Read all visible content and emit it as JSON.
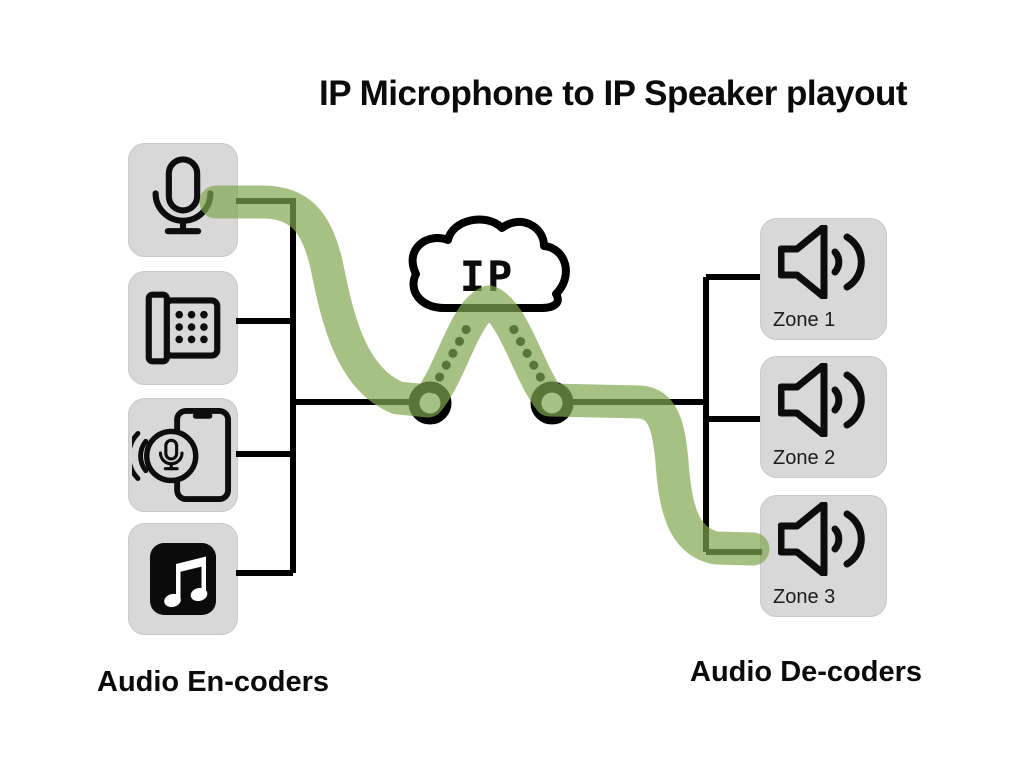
{
  "title": "IP Microphone to IP Speaker playout",
  "cloud": {
    "label": "IP"
  },
  "encoders": {
    "caption": "Audio En-coders",
    "items": [
      {
        "icon": "microphone-icon"
      },
      {
        "icon": "desk-phone-icon"
      },
      {
        "icon": "smartphone-mic-icon"
      },
      {
        "icon": "music-note-icon"
      }
    ]
  },
  "decoders": {
    "caption": "Audio De-coders",
    "zones": [
      {
        "label": "Zone 1",
        "icon": "speaker-icon"
      },
      {
        "label": "Zone 2",
        "icon": "speaker-icon"
      },
      {
        "label": "Zone 3",
        "icon": "speaker-icon"
      }
    ]
  },
  "colors": {
    "highlight": "rgba(130,167,80,0.7)",
    "line": "#000000",
    "box_fill": "#d8d8d9",
    "icon": "#0d0d0d"
  }
}
